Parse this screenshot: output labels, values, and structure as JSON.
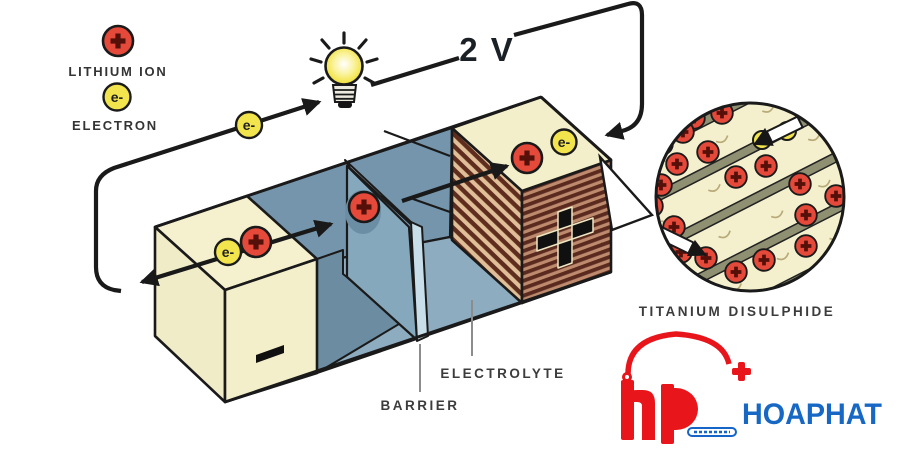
{
  "legend": {
    "lithium_ion_label": "LITHIUM ION",
    "electron_label": "ELECTRON"
  },
  "symbols": {
    "electron": "e-",
    "lithium_plus": "+",
    "negative_terminal": "-",
    "positive_terminal": "+"
  },
  "circuit": {
    "voltage_label": "2 V"
  },
  "component_labels": {
    "electrolyte": "ELECTROLYTE",
    "barrier": "BARRIER",
    "titanium_disulphide": "TITANIUM DISULPHIDE"
  },
  "logo": {
    "brand": "HOAPHAT",
    "monogram": "hp"
  },
  "colors": {
    "ion_red": "#E4493A",
    "electron_yellow": "#F2E44D",
    "cream": "#F3EFCB",
    "electrolyte_blue": "#8DACC0",
    "wall_blue": "#7495AB",
    "barrier_light": "#C8DEE9",
    "stripe_dark_brown": "#5A2A1E",
    "wire_black": "#1A1A1A",
    "label_grey": "#3C3C3C",
    "logo_red": "#E8151B",
    "logo_blue": "#1668C4"
  }
}
